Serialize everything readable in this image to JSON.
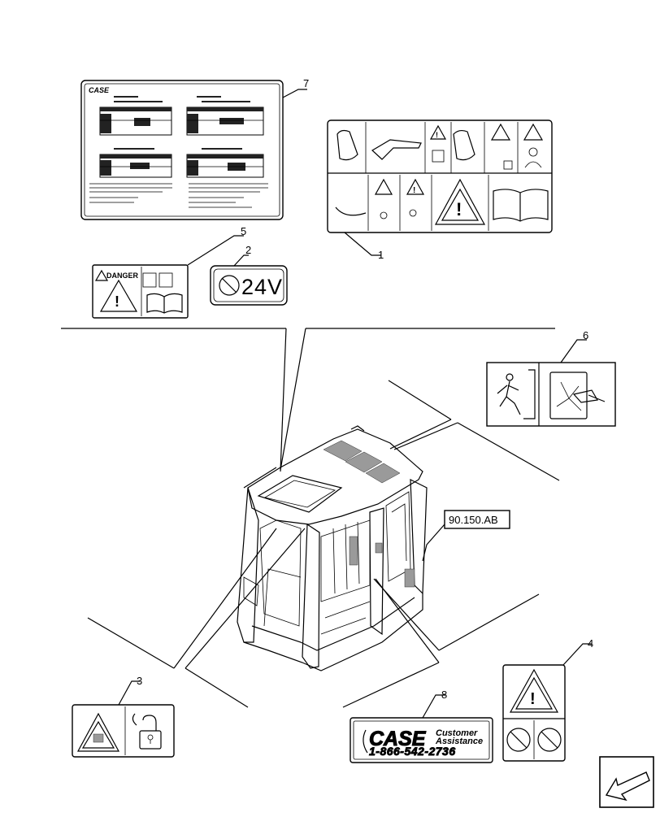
{
  "callouts": {
    "c1": "1",
    "c2": "2",
    "c3": "3",
    "c4": "4",
    "c5": "5",
    "c6": "6",
    "c7": "7",
    "c8": "8"
  },
  "reference": "90.150.AB",
  "decals": {
    "danger_word": "DANGER",
    "voltage": "24V",
    "brand": "CASE",
    "customer_line1": "Customer",
    "customer_line2": "Assistance",
    "phone": "1-866-542-2736"
  },
  "icons": {
    "warning": "warning-triangle-icon",
    "manual": "open-book-icon",
    "exit": "emergency-exit-icon",
    "hammer": "glass-break-hammer-icon",
    "lock": "lock-icon",
    "arrow": "direction-arrow-icon"
  }
}
